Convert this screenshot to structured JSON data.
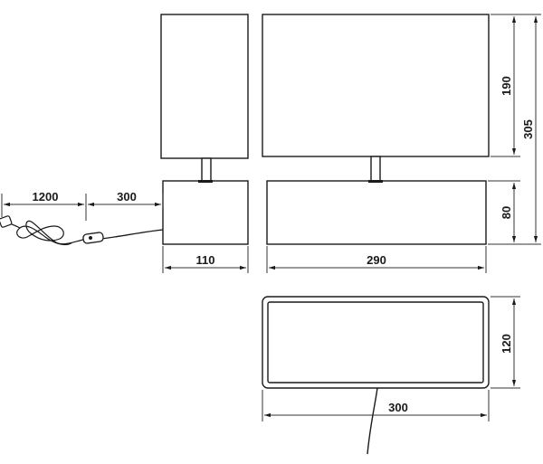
{
  "dimensions": {
    "cord_length": "1200",
    "switch_distance": "300",
    "side_width": "110",
    "front_width": "290",
    "shade_height": "190",
    "total_height": "305",
    "base_height": "80",
    "top_width": "300",
    "top_depth": "120"
  },
  "colors": {
    "line": "#1a1a1a",
    "background": "#ffffff"
  }
}
